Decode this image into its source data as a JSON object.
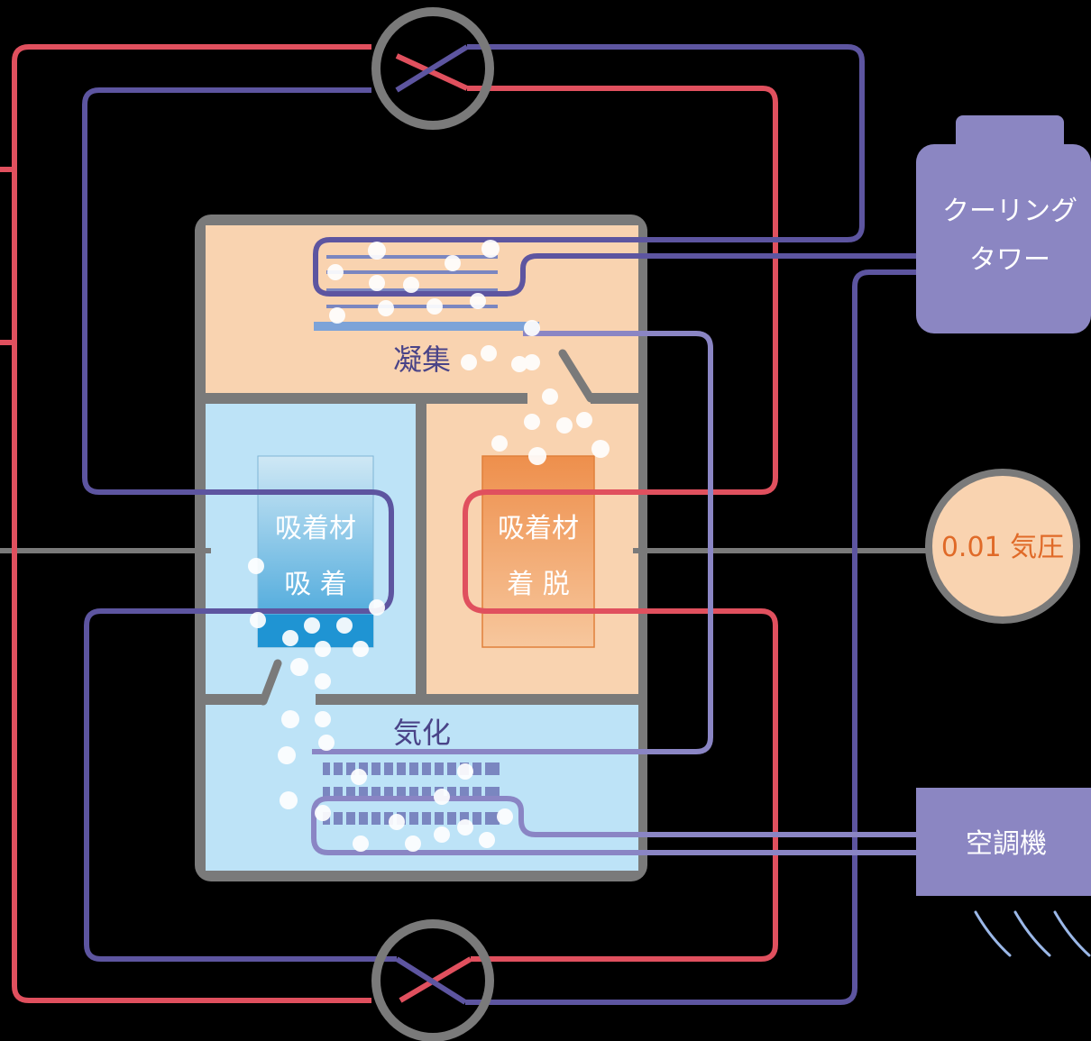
{
  "labels": {
    "condensation": "凝集",
    "vaporization": "気化",
    "adsorbent_left": "吸着材",
    "adsorption": "吸 着",
    "adsorbent_right": "吸着材",
    "desorption": "着 脱",
    "cooling_tower_line1": "クーリング",
    "cooling_tower_line2": "タワー",
    "air_conditioner": "空調機",
    "pressure": "0.01 気圧"
  },
  "colors": {
    "background": "#000000",
    "hot_line": "#e0505e",
    "cool_line": "#5d55a0",
    "chilled_line": "#8a85c4",
    "gray": "#7a7a7a",
    "chamber_warm": "#f9d3b0",
    "chamber_cool": "#bde3f7",
    "equipment": "#8b86c2",
    "text_purple": "#4a4488",
    "text_orange": "#e06a28"
  }
}
